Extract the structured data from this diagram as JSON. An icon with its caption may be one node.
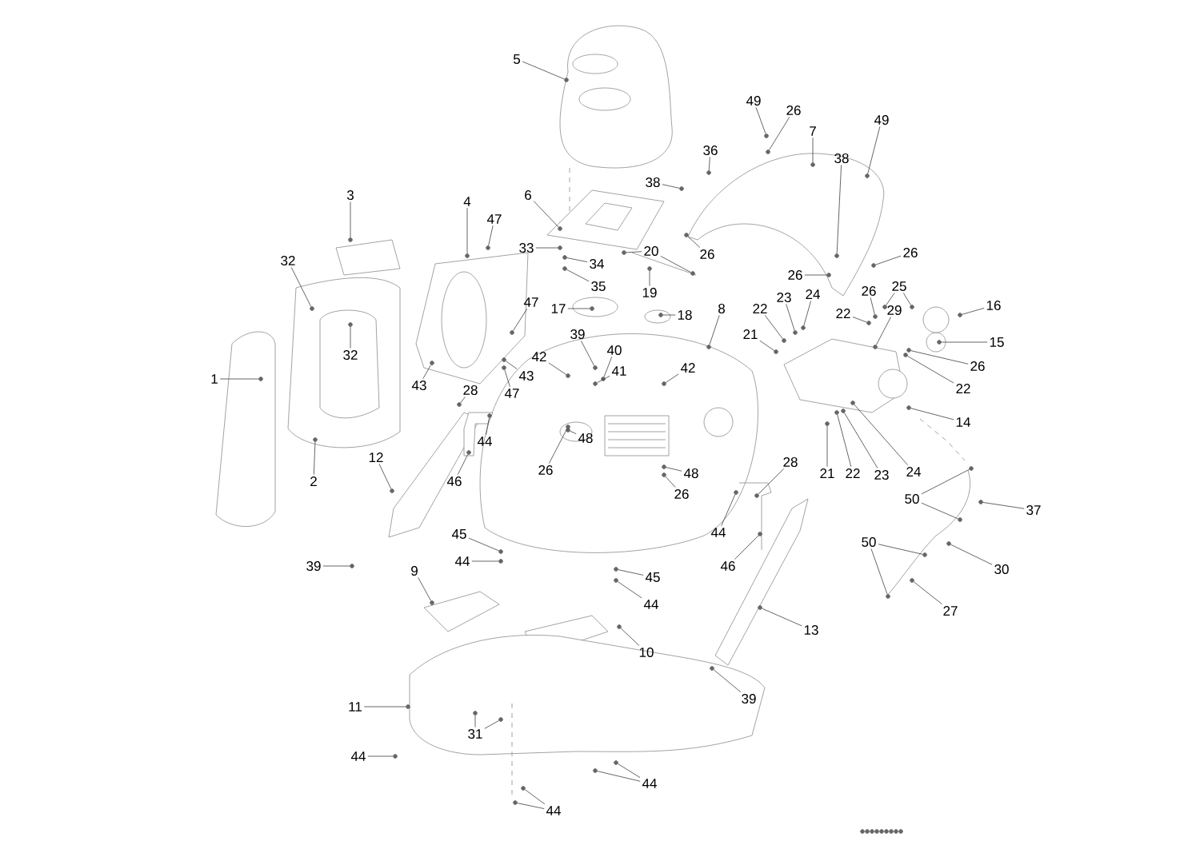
{
  "diagram": {
    "nodes": [
      {
        "text": [
          "5"
        ]
      },
      {
        "text": [
          "49"
        ]
      },
      {
        "text": [
          "26"
        ]
      },
      {
        "text": [
          "49"
        ]
      },
      {
        "text": [
          "7"
        ]
      },
      {
        "text": [
          "36"
        ]
      },
      {
        "text": [
          "38"
        ]
      },
      {
        "text": [
          "38"
        ]
      },
      {
        "text": [
          "3"
        ]
      },
      {
        "text": [
          "6"
        ]
      },
      {
        "text": [
          "4"
        ]
      },
      {
        "text": [
          "47"
        ]
      },
      {
        "text": [
          "33"
        ]
      },
      {
        "text": [
          "20"
        ]
      },
      {
        "text": [
          "26"
        ]
      },
      {
        "text": [
          "26"
        ]
      },
      {
        "text": [
          "32"
        ]
      },
      {
        "text": [
          "34"
        ]
      },
      {
        "text": [
          "26"
        ]
      },
      {
        "text": [
          "35"
        ]
      },
      {
        "text": [
          "25"
        ]
      },
      {
        "text": [
          "26"
        ]
      },
      {
        "text": [
          "19"
        ]
      },
      {
        "text": [
          "24"
        ]
      },
      {
        "text": [
          "23"
        ]
      },
      {
        "text": [
          "47"
        ]
      },
      {
        "text": [
          "16"
        ]
      },
      {
        "text": [
          "17"
        ]
      },
      {
        "text": [
          "8"
        ]
      },
      {
        "text": [
          "22"
        ]
      },
      {
        "text": [
          "29"
        ]
      },
      {
        "text": [
          "22"
        ]
      },
      {
        "text": [
          "18"
        ]
      },
      {
        "text": [
          "39"
        ]
      },
      {
        "text": [
          "21"
        ]
      },
      {
        "text": [
          "15"
        ]
      },
      {
        "text": [
          "40"
        ]
      },
      {
        "text": [
          "32"
        ]
      },
      {
        "text": [
          "42"
        ]
      },
      {
        "text": [
          "26"
        ]
      },
      {
        "text": [
          "42"
        ]
      },
      {
        "text": [
          "41"
        ]
      },
      {
        "text": [
          "43"
        ]
      },
      {
        "text": [
          "1"
        ]
      },
      {
        "text": [
          "43"
        ]
      },
      {
        "text": [
          "22"
        ]
      },
      {
        "text": [
          "28"
        ]
      },
      {
        "text": [
          "47"
        ]
      },
      {
        "text": [
          "14"
        ]
      },
      {
        "text": [
          "48"
        ]
      },
      {
        "text": [
          "44"
        ]
      },
      {
        "text": [
          "12"
        ]
      },
      {
        "text": [
          "28"
        ]
      },
      {
        "text": [
          "26"
        ]
      },
      {
        "text": [
          "48"
        ]
      },
      {
        "text": [
          "21"
        ]
      },
      {
        "text": [
          "22"
        ]
      },
      {
        "text": [
          "23"
        ]
      },
      {
        "text": [
          "24"
        ]
      },
      {
        "text": [
          "2"
        ]
      },
      {
        "text": [
          "46"
        ]
      },
      {
        "text": [
          "26"
        ]
      },
      {
        "text": [
          "50"
        ]
      },
      {
        "text": [
          "37"
        ]
      },
      {
        "text": [
          "44"
        ]
      },
      {
        "text": [
          "45"
        ]
      },
      {
        "text": [
          "50"
        ]
      },
      {
        "text": [
          "44"
        ]
      },
      {
        "text": [
          "39"
        ]
      },
      {
        "text": [
          "46"
        ]
      },
      {
        "text": [
          "30"
        ]
      },
      {
        "text": [
          "9"
        ]
      },
      {
        "text": [
          "45"
        ]
      },
      {
        "text": [
          "44"
        ]
      },
      {
        "text": [
          "27"
        ]
      },
      {
        "text": [
          "13"
        ]
      },
      {
        "text": [
          "10"
        ]
      },
      {
        "text": [
          "39"
        ]
      },
      {
        "text": [
          "11"
        ]
      },
      {
        "text": [
          "31"
        ]
      },
      {
        "text": [
          "44"
        ]
      },
      {
        "text": [
          "44"
        ]
      },
      {
        "text": [
          "44"
        ]
      },
      {
        "text": [],
        "shape": "dot"
      },
      {
        "text": [],
        "shape": "dot"
      },
      {
        "text": [],
        "shape": "dot"
      },
      {
        "text": [],
        "shape": "dot"
      },
      {
        "text": [],
        "shape": "dot"
      },
      {
        "text": [],
        "shape": "dot"
      },
      {
        "text": [],
        "shape": "dot"
      },
      {
        "text": [],
        "shape": "dot"
      },
      {
        "text": [],
        "shape": "dot"
      },
      {
        "text": [],
        "shape": "dot"
      },
      {
        "text": [],
        "shape": "dot"
      },
      {
        "text": [],
        "shape": "dot"
      },
      {
        "text": [],
        "shape": "dot"
      },
      {
        "text": [],
        "shape": "dot"
      },
      {
        "text": [],
        "shape": "dot"
      },
      {
        "text": [],
        "shape": "dot"
      },
      {
        "text": [],
        "shape": "dot"
      },
      {
        "text": [],
        "shape": "dot"
      },
      {
        "text": [],
        "shape": "dot"
      },
      {
        "text": [],
        "shape": "dot"
      },
      {
        "text": [],
        "shape": "dot"
      },
      {
        "text": [],
        "shape": "dot"
      },
      {
        "text": [],
        "shape": "dot"
      },
      {
        "text": [],
        "shape": "dot"
      },
      {
        "text": [],
        "shape": "dot"
      },
      {
        "text": [],
        "shape": "dot"
      },
      {
        "text": [],
        "shape": "dot"
      },
      {
        "text": [],
        "shape": "dot"
      },
      {
        "text": [],
        "shape": "dot"
      },
      {
        "text": [],
        "shape": "dot"
      },
      {
        "text": [],
        "shape": "dot"
      },
      {
        "text": [],
        "shape": "dot"
      },
      {
        "text": [],
        "shape": "dot"
      },
      {
        "text": [],
        "shape": "dot"
      },
      {
        "text": [],
        "shape": "dot"
      },
      {
        "text": [],
        "shape": "dot"
      },
      {
        "text": [],
        "shape": "dot"
      },
      {
        "text": [],
        "shape": "dot"
      },
      {
        "text": [],
        "shape": "dot"
      },
      {
        "text": [],
        "shape": "dot"
      },
      {
        "text": [],
        "shape": "dot"
      },
      {
        "text": [],
        "shape": "dot"
      },
      {
        "text": [],
        "shape": "dot"
      },
      {
        "text": [],
        "shape": "dot"
      },
      {
        "text": [],
        "shape": "dot"
      },
      {
        "text": [],
        "shape": "dot"
      },
      {
        "text": [],
        "shape": "dot"
      },
      {
        "text": [],
        "shape": "dot"
      },
      {
        "text": [],
        "shape": "dot"
      },
      {
        "text": [],
        "shape": "dot"
      },
      {
        "text": [],
        "shape": "dot"
      },
      {
        "text": [],
        "shape": "dot"
      },
      {
        "text": [],
        "shape": "dot"
      },
      {
        "text": [],
        "shape": "dot"
      },
      {
        "text": [],
        "shape": "dot"
      },
      {
        "text": [],
        "shape": "dot"
      },
      {
        "text": [],
        "shape": "dot"
      },
      {
        "text": [],
        "shape": "dot"
      },
      {
        "text": [],
        "shape": "dot"
      },
      {
        "text": [],
        "shape": "dot"
      },
      {
        "text": [],
        "shape": "dot"
      },
      {
        "text": [],
        "shape": "dot"
      },
      {
        "text": [],
        "shape": "dot"
      },
      {
        "text": [],
        "shape": "dot"
      },
      {
        "text": [],
        "shape": "dot"
      },
      {
        "text": [],
        "shape": "dot"
      },
      {
        "text": [],
        "shape": "dot"
      },
      {
        "text": [],
        "shape": "dot"
      },
      {
        "text": [],
        "shape": "dot"
      },
      {
        "text": [],
        "shape": "dot"
      },
      {
        "text": [],
        "shape": "dot"
      },
      {
        "text": [],
        "shape": "dot"
      },
      {
        "text": [],
        "shape": "dot"
      },
      {
        "text": [],
        "shape": "dot"
      },
      {
        "text": [],
        "shape": "dot"
      },
      {
        "text": [],
        "shape": "dot"
      },
      {
        "text": [],
        "shape": "dot"
      },
      {
        "text": [],
        "shape": "dot"
      },
      {
        "text": [],
        "shape": "dot"
      },
      {
        "text": [],
        "shape": "dot"
      },
      {
        "text": [],
        "shape": "dot"
      },
      {
        "text": [],
        "shape": "dot"
      },
      {
        "text": [],
        "shape": "dot"
      },
      {
        "text": [],
        "shape": "dot"
      },
      {
        "text": [],
        "shape": "dot"
      },
      {
        "text": [],
        "shape": "dot"
      },
      {
        "text": [],
        "shape": "dot"
      },
      {
        "text": [],
        "shape": "dot"
      },
      {
        "text": [],
        "shape": "dot"
      },
      {
        "text": [],
        "shape": "dot"
      },
      {
        "text": [],
        "shape": "dot"
      },
      {
        "text": [],
        "shape": "dot"
      },
      {
        "text": [],
        "shape": "dot"
      },
      {
        "text": [],
        "shape": "dot"
      },
      {
        "text": [],
        "shape": "dot"
      },
      {
        "text": [],
        "shape": "dot"
      },
      {
        "text": [],
        "shape": "dot"
      },
      {
        "text": [],
        "shape": "dot"
      },
      {
        "text": [],
        "shape": "dot"
      }
    ],
    "edges": [
      {
        "from": 0,
        "to": 83,
        "arrow": "none"
      },
      {
        "from": 1,
        "to": 84,
        "arrow": "none"
      },
      {
        "from": 2,
        "to": 85,
        "arrow": "none"
      },
      {
        "from": 3,
        "to": 86,
        "arrow": "none"
      },
      {
        "from": 4,
        "to": 87,
        "arrow": "none"
      },
      {
        "from": 5,
        "to": 88,
        "arrow": "none"
      },
      {
        "from": 6,
        "to": 89,
        "arrow": "none"
      },
      {
        "from": 7,
        "to": 90,
        "arrow": "none"
      },
      {
        "from": 8,
        "to": 91,
        "arrow": "none"
      },
      {
        "from": 9,
        "to": 92,
        "arrow": "none"
      },
      {
        "from": 10,
        "to": 93,
        "arrow": "none"
      },
      {
        "from": 11,
        "to": 94,
        "arrow": "none"
      },
      {
        "from": 12,
        "to": 95,
        "arrow": "none"
      },
      {
        "from": 13,
        "to": 96,
        "arrow": "none"
      },
      {
        "from": 13,
        "to": 97,
        "arrow": "none"
      },
      {
        "from": 14,
        "to": 98,
        "arrow": "none"
      },
      {
        "from": 15,
        "to": 99,
        "arrow": "none"
      },
      {
        "from": 16,
        "to": 100,
        "arrow": "none"
      },
      {
        "from": 17,
        "to": 101,
        "arrow": "none"
      },
      {
        "from": 18,
        "to": 102,
        "arrow": "none"
      },
      {
        "from": 19,
        "to": 103,
        "arrow": "none"
      },
      {
        "from": 20,
        "to": 104,
        "arrow": "none"
      },
      {
        "from": 20,
        "to": 105,
        "arrow": "none"
      },
      {
        "from": 21,
        "to": 106,
        "arrow": "none"
      },
      {
        "from": 22,
        "to": 107,
        "arrow": "none"
      },
      {
        "from": 23,
        "to": 108,
        "arrow": "none"
      },
      {
        "from": 24,
        "to": 109,
        "arrow": "none"
      },
      {
        "from": 25,
        "to": 110,
        "arrow": "none"
      },
      {
        "from": 26,
        "to": 111,
        "arrow": "none"
      },
      {
        "from": 27,
        "to": 112,
        "arrow": "none"
      },
      {
        "from": 28,
        "to": 113,
        "arrow": "none"
      },
      {
        "from": 29,
        "to": 114,
        "arrow": "none"
      },
      {
        "from": 30,
        "to": 115,
        "arrow": "none"
      },
      {
        "from": 31,
        "to": 116,
        "arrow": "none"
      },
      {
        "from": 32,
        "to": 117,
        "arrow": "none"
      },
      {
        "from": 33,
        "to": 118,
        "arrow": "none"
      },
      {
        "from": 34,
        "to": 119,
        "arrow": "none"
      },
      {
        "from": 35,
        "to": 120,
        "arrow": "none"
      },
      {
        "from": 36,
        "to": 121,
        "arrow": "none"
      },
      {
        "from": 37,
        "to": 122,
        "arrow": "none"
      },
      {
        "from": 38,
        "to": 123,
        "arrow": "none"
      },
      {
        "from": 39,
        "to": 124,
        "arrow": "none"
      },
      {
        "from": 40,
        "to": 125,
        "arrow": "none"
      },
      {
        "from": 41,
        "to": 126,
        "arrow": "none"
      },
      {
        "from": 42,
        "to": 127,
        "arrow": "none"
      },
      {
        "from": 43,
        "to": 128,
        "arrow": "none"
      },
      {
        "from": 44,
        "to": 129,
        "arrow": "none"
      },
      {
        "from": 45,
        "to": 130,
        "arrow": "none"
      },
      {
        "from": 46,
        "to": 131,
        "arrow": "none"
      },
      {
        "from": 47,
        "to": 132,
        "arrow": "none"
      },
      {
        "from": 48,
        "to": 133,
        "arrow": "none"
      },
      {
        "from": 49,
        "to": 134,
        "arrow": "none"
      },
      {
        "from": 50,
        "to": 135,
        "arrow": "none"
      },
      {
        "from": 51,
        "to": 136,
        "arrow": "none"
      },
      {
        "from": 52,
        "to": 137,
        "arrow": "none"
      },
      {
        "from": 53,
        "to": 138,
        "arrow": "none"
      },
      {
        "from": 54,
        "to": 139,
        "arrow": "none"
      },
      {
        "from": 55,
        "to": 140,
        "arrow": "none"
      },
      {
        "from": 56,
        "to": 141,
        "arrow": "none"
      },
      {
        "from": 57,
        "to": 142,
        "arrow": "none"
      },
      {
        "from": 58,
        "to": 143,
        "arrow": "none"
      },
      {
        "from": 59,
        "to": 144,
        "arrow": "none"
      },
      {
        "from": 60,
        "to": 145,
        "arrow": "none"
      },
      {
        "from": 61,
        "to": 146,
        "arrow": "none"
      },
      {
        "from": 62,
        "to": 147,
        "arrow": "none"
      },
      {
        "from": 62,
        "to": 148,
        "arrow": "none"
      },
      {
        "from": 63,
        "to": 149,
        "arrow": "none"
      },
      {
        "from": 64,
        "to": 150,
        "arrow": "none"
      },
      {
        "from": 65,
        "to": 151,
        "arrow": "none"
      },
      {
        "from": 66,
        "to": 152,
        "arrow": "none"
      },
      {
        "from": 66,
        "to": 153,
        "arrow": "none"
      },
      {
        "from": 67,
        "to": 154,
        "arrow": "none"
      },
      {
        "from": 68,
        "to": 155,
        "arrow": "none"
      },
      {
        "from": 69,
        "to": 156,
        "arrow": "none"
      },
      {
        "from": 70,
        "to": 157,
        "arrow": "none"
      },
      {
        "from": 71,
        "to": 158,
        "arrow": "none"
      },
      {
        "from": 72,
        "to": 159,
        "arrow": "none"
      },
      {
        "from": 73,
        "to": 160,
        "arrow": "none"
      },
      {
        "from": 74,
        "to": 161,
        "arrow": "none"
      },
      {
        "from": 75,
        "to": 162,
        "arrow": "none"
      },
      {
        "from": 76,
        "to": 163,
        "arrow": "none"
      },
      {
        "from": 77,
        "to": 164,
        "arrow": "none"
      },
      {
        "from": 78,
        "to": 165,
        "arrow": "none"
      },
      {
        "from": 79,
        "to": 166,
        "arrow": "none"
      },
      {
        "from": 79,
        "to": 167,
        "arrow": "none"
      },
      {
        "from": 80,
        "to": 168,
        "arrow": "none"
      },
      {
        "from": 81,
        "to": 169,
        "arrow": "none"
      },
      {
        "from": 81,
        "to": 170,
        "arrow": "none"
      },
      {
        "from": 82,
        "to": 171,
        "arrow": "none"
      },
      {
        "from": 82,
        "to": 172,
        "arrow": "none"
      }
    ]
  }
}
